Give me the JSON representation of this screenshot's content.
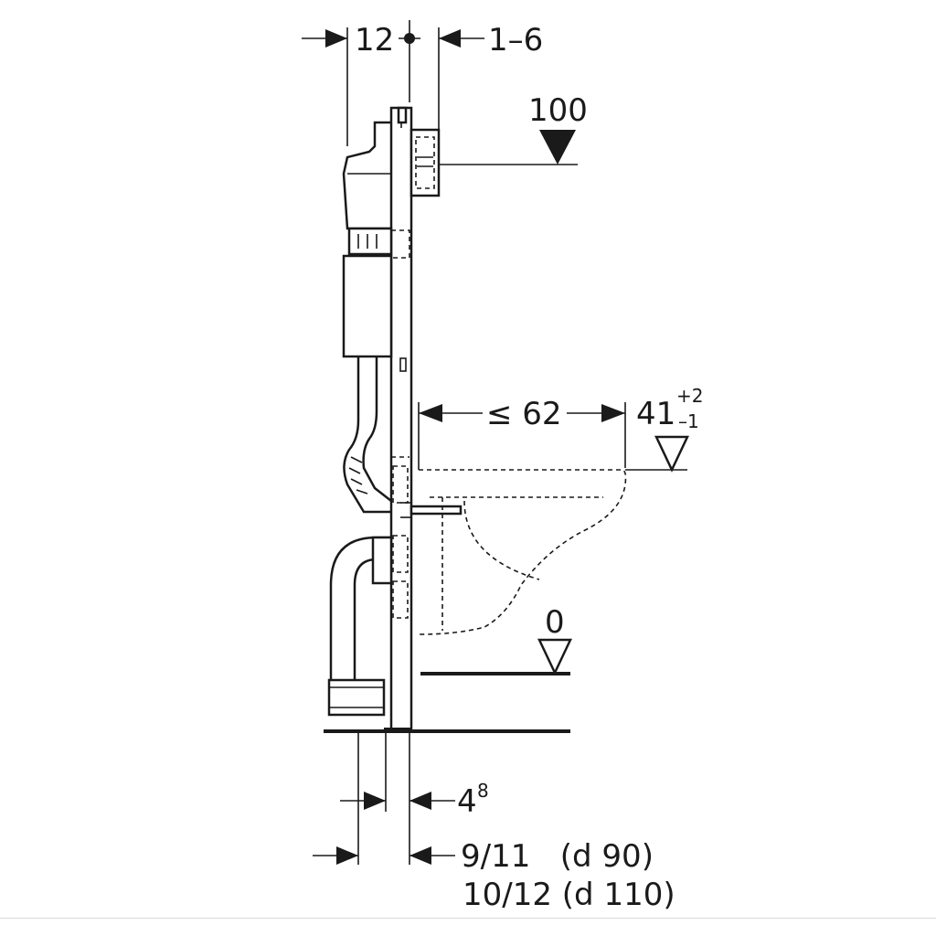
{
  "labels": {
    "top_left": "12",
    "top_right": "1–6",
    "flush_height": "100",
    "projection": "≤ 62",
    "seat_height": "41",
    "seat_tol_plus": "+2",
    "seat_tol_minus": "–1",
    "floor_level": "0",
    "offset_small": "4",
    "offset_small_sup": "8",
    "pipe_offset_90": "9/11   (d 90)",
    "pipe_offset_110": "10/12 (d 110)"
  },
  "colors": {
    "ink": "#1a1a1a",
    "background": "#ffffff"
  }
}
